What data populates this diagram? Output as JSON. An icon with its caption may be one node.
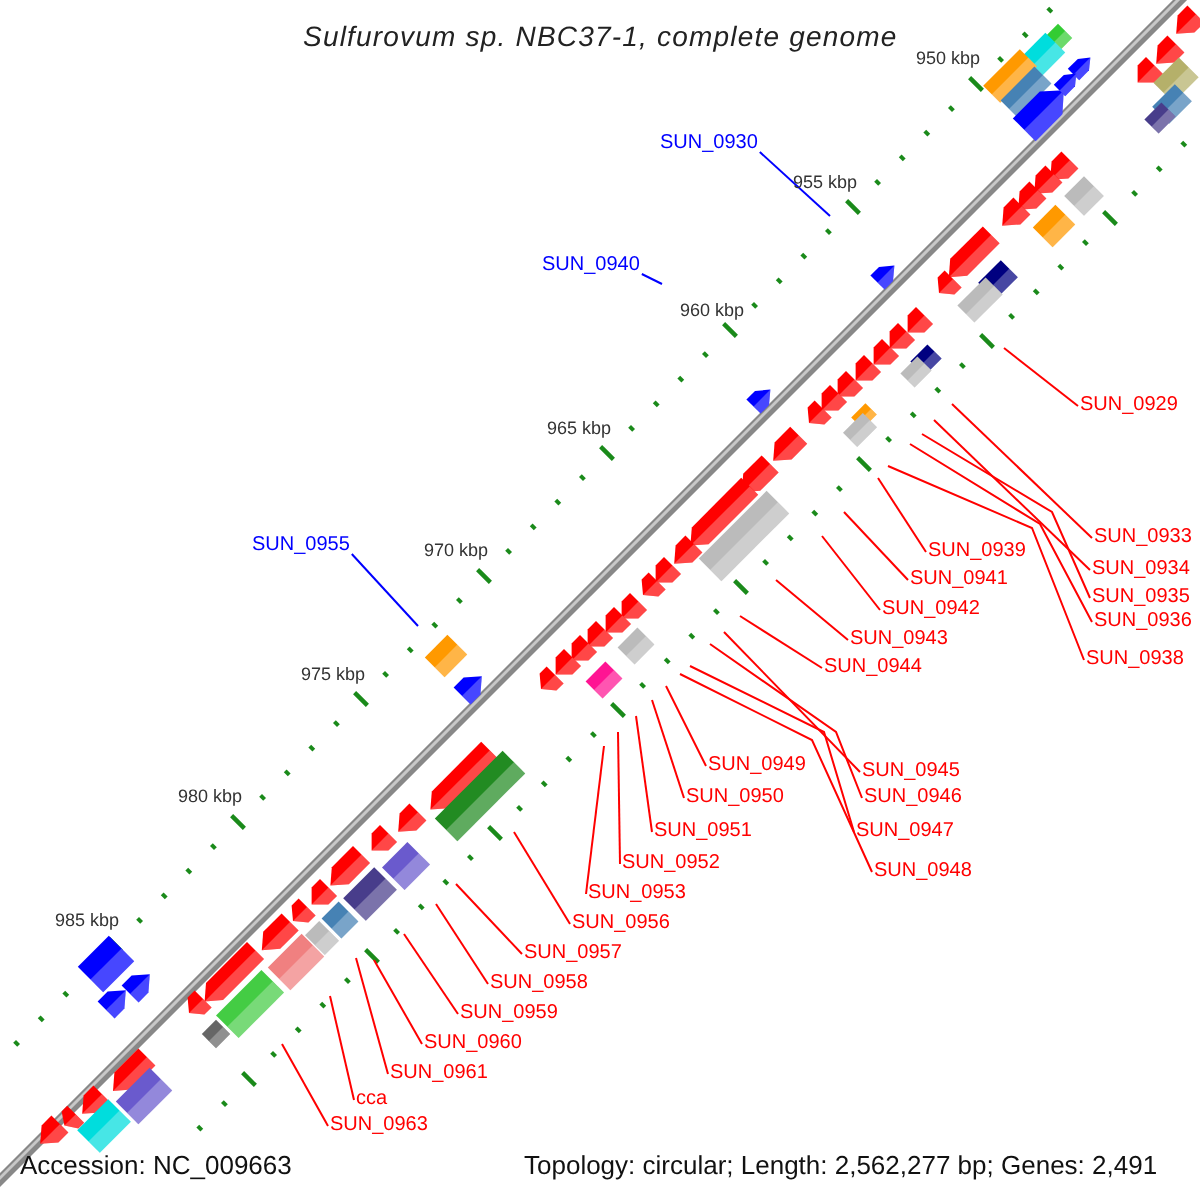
{
  "diagram": {
    "title": "Sulfurovum sp. NBC37-1, complete genome",
    "nodes": [
      {
        "text": [
          "SUN_0929"
        ]
      },
      {
        "text": [
          "SUN_0930"
        ]
      },
      {
        "text": [
          "SUN_0933"
        ]
      },
      {
        "text": [
          "SUN_0934"
        ]
      },
      {
        "text": [
          "SUN_0935"
        ]
      },
      {
        "text": [
          "SUN_0936"
        ]
      },
      {
        "text": [
          "SUN_0938"
        ]
      },
      {
        "text": [
          "SUN_0939"
        ]
      },
      {
        "text": [
          "SUN_0940"
        ]
      },
      {
        "text": [
          "SUN_0941"
        ]
      },
      {
        "text": [
          "SUN_0942"
        ]
      },
      {
        "text": [
          "SUN_0943"
        ]
      },
      {
        "text": [
          "SUN_0944"
        ]
      },
      {
        "text": [
          "SUN_0945"
        ]
      },
      {
        "text": [
          "SUN_0946"
        ]
      },
      {
        "text": [
          "SUN_0947"
        ]
      },
      {
        "text": [
          "SUN_0948"
        ]
      },
      {
        "text": [
          "SUN_0949"
        ]
      },
      {
        "text": [
          "SUN_0950"
        ]
      },
      {
        "text": [
          "SUN_0951"
        ]
      },
      {
        "text": [
          "SUN_0952"
        ]
      },
      {
        "text": [
          "SUN_0953"
        ]
      },
      {
        "text": [
          "SUN_0955"
        ]
      },
      {
        "text": [
          "SUN_0956"
        ]
      },
      {
        "text": [
          "SUN_0957"
        ]
      },
      {
        "text": [
          "SUN_0958"
        ]
      },
      {
        "text": [
          "SUN_0959"
        ]
      },
      {
        "text": [
          "SUN_0960"
        ]
      },
      {
        "text": [
          "SUN_0961"
        ]
      },
      {
        "text": [
          "cca"
        ]
      },
      {
        "text": [
          "SUN_0963"
        ]
      }
    ],
    "edges": [
      {
        "from": 0,
        "to": null,
        "arrow": "none"
      },
      {
        "from": 1,
        "to": null,
        "arrow": "none",
        "color": "#0000ff"
      },
      {
        "from": 2,
        "to": null,
        "arrow": "none"
      },
      {
        "from": 3,
        "to": null,
        "arrow": "none"
      },
      {
        "from": 4,
        "to": null,
        "arrow": "none"
      },
      {
        "from": 5,
        "to": null,
        "arrow": "none"
      },
      {
        "from": 6,
        "to": null,
        "arrow": "none"
      },
      {
        "from": 7,
        "to": null,
        "arrow": "none"
      },
      {
        "from": 8,
        "to": null,
        "arrow": "none",
        "color": "#0000ff"
      },
      {
        "from": 9,
        "to": null,
        "arrow": "none"
      },
      {
        "from": 10,
        "to": null,
        "arrow": "none"
      },
      {
        "from": 11,
        "to": null,
        "arrow": "none"
      },
      {
        "from": 12,
        "to": null,
        "arrow": "none"
      },
      {
        "from": 13,
        "to": null,
        "arrow": "none"
      },
      {
        "from": 14,
        "to": null,
        "arrow": "none"
      },
      {
        "from": 15,
        "to": null,
        "arrow": "none"
      },
      {
        "from": 16,
        "to": null,
        "arrow": "none"
      },
      {
        "from": 17,
        "to": null,
        "arrow": "none"
      },
      {
        "from": 18,
        "to": null,
        "arrow": "none"
      },
      {
        "from": 19,
        "to": null,
        "arrow": "none"
      },
      {
        "from": 20,
        "to": null,
        "arrow": "none"
      },
      {
        "from": 21,
        "to": null,
        "arrow": "none"
      },
      {
        "from": 22,
        "to": null,
        "arrow": "none",
        "color": "#0000ff"
      },
      {
        "from": 23,
        "to": null,
        "arrow": "none"
      },
      {
        "from": 24,
        "to": null,
        "arrow": "none"
      },
      {
        "from": 25,
        "to": null,
        "arrow": "none"
      },
      {
        "from": 26,
        "to": null,
        "arrow": "none"
      },
      {
        "from": 27,
        "to": null,
        "arrow": "none"
      },
      {
        "from": 28,
        "to": null,
        "arrow": "none"
      },
      {
        "from": 29,
        "to": null,
        "arrow": "none"
      },
      {
        "from": 30,
        "to": null,
        "arrow": "none"
      }
    ],
    "labels": [
      "950 kbp",
      "955 kbp",
      "960 kbp",
      "965 kbp",
      "970 kbp",
      "975 kbp",
      "980 kbp",
      "985 kbp",
      "Accession: NC_009663",
      "Topology: circular; Length: 2,562,277 bp; Genes: 2,491"
    ]
  }
}
